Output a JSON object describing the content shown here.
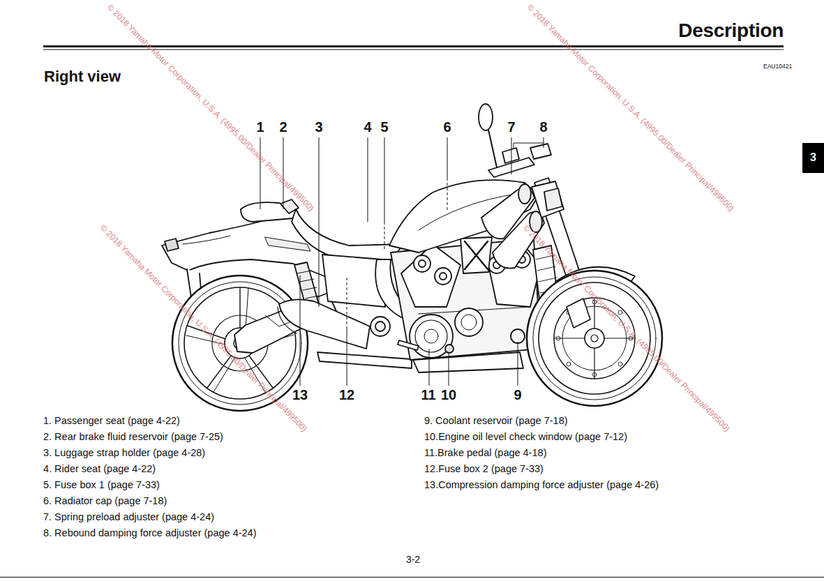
{
  "diagram": {
    "title": "Description",
    "nodes": [
      {
        "text": [
          "3"
        ]
      }
    ],
    "labels": [
      "Right view",
      "EAU10421",
      "1",
      "2",
      "3",
      "4",
      "5",
      "6",
      "7",
      "8",
      "13",
      "12",
      "11",
      "10",
      "9",
      "1. Passenger seat (page 4-22)",
      "2. Rear brake fluid reservoir (page 7-25)",
      "3. Luggage strap holder (page 4-28)",
      "4. Rider seat (page 4-22)",
      "5. Fuse box 1 (page 7-33)",
      "6. Radiator cap (page 7-18)",
      "7. Spring preload adjuster (page 4-24)",
      "8. Rebound damping force adjuster (page 4-24)",
      "9. Coolant reservoir (page 7-18)",
      "10.Engine oil level check window (page 7-12)",
      "11.Brake pedal (page 4-18)",
      "12.Fuse box 2 (page 7-33)",
      "13.Compression damping force adjuster (page 4-26)",
      "3-2",
      "© 2018 Yamaha Motor Corporation, U.S.A. (4995.00/Dealer Principal/499500)",
      "© 2018 Yamaha Motor Corporation, U.S.A. (4995.00/Dealer Principal/499500)",
      "© 2018 Yamaha Motor Corporation, U.S.A. (4995.00/Dealer Principal/499500)",
      "© 2018 Yamaha Motor Corporation, U.S.A. (4995.00/Dealer Principal/499500)"
    ]
  }
}
